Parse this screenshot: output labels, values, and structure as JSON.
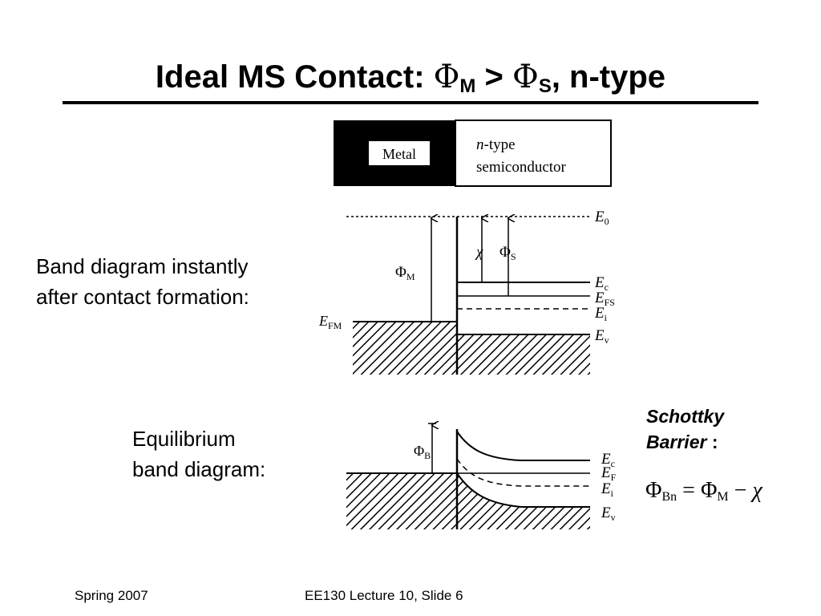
{
  "title": {
    "prefix": "Ideal MS Contact: ",
    "phi": "Φ",
    "sub_m": "M",
    "gt": " > ",
    "sub_s": "S",
    "suffix": ", n-type"
  },
  "captions": {
    "instant_line1": "Band diagram instantly",
    "instant_line2": "after contact formation:",
    "equilibrium_line1": "Equilibrium",
    "equilibrium_line2": "band diagram:"
  },
  "schottky": {
    "line1": "Schottky",
    "line2": "Barrier",
    "colon": " :"
  },
  "formula": {
    "phi": "Φ",
    "sub_bn": "Bn",
    "equals": " = ",
    "phi2": "Φ",
    "sub_m": "M",
    "minus": " − ",
    "chi": "χ"
  },
  "footer": {
    "left": "Spring 2007",
    "center": "EE130 Lecture 10, Slide 6"
  },
  "figure": {
    "metal_label": "Metal",
    "ntype_italic": "n",
    "ntype_rest": "-type",
    "semiconductor": "semiconductor",
    "e0": {
      "main": "E",
      "sub": "0"
    },
    "phi_m": {
      "main": "Φ",
      "sub": "M"
    },
    "chi": "χ",
    "phi_s": {
      "main": "Φ",
      "sub": "S"
    },
    "ec": {
      "main": "E",
      "sub": "c"
    },
    "efs": {
      "main": "E",
      "sub": "FS"
    },
    "ei": {
      "main": "E",
      "sub": "i"
    },
    "ev": {
      "main": "E",
      "sub": "v"
    },
    "efm": {
      "main": "E",
      "sub": "FM"
    },
    "phi_b": {
      "main": "Φ",
      "sub": "B"
    },
    "ec2": {
      "main": "E",
      "sub": "c"
    },
    "ef2": {
      "main": "E",
      "sub": "F"
    },
    "ei2": {
      "main": "E",
      "sub": "i"
    },
    "ev2": {
      "main": "E",
      "sub": "v"
    }
  }
}
